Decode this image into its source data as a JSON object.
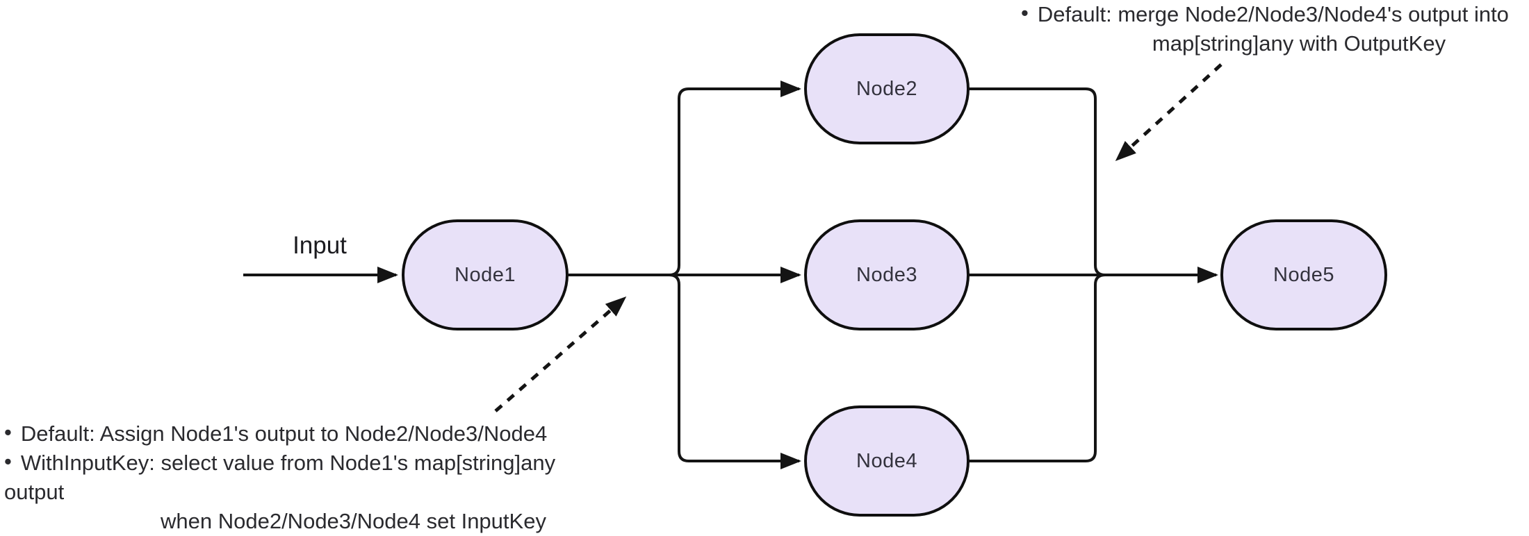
{
  "diagram": {
    "background_color": "#ffffff",
    "edge_color": "#141414",
    "node_fill_color": "#e8e1f8",
    "node_border_color": "#0f0f0f",
    "node_label_color": "#33323d"
  },
  "input_label": "Input",
  "nodes": [
    {
      "id": "node1",
      "label": "Node1"
    },
    {
      "id": "node2",
      "label": "Node2"
    },
    {
      "id": "node3",
      "label": "Node3"
    },
    {
      "id": "node4",
      "label": "Node4"
    },
    {
      "id": "node5",
      "label": "Node5"
    }
  ],
  "annotations": {
    "bullet": "•",
    "top": {
      "line1": "Default: merge Node2/Node3/Node4's output into",
      "line2": "map[string]any with OutputKey"
    },
    "bottom": {
      "line1": "Default: Assign Node1's output to Node2/Node3/Node4",
      "line2": "WithInputKey: select value from Node1's map[string]any output",
      "line3": "when Node2/Node3/Node4 set InputKey"
    }
  }
}
